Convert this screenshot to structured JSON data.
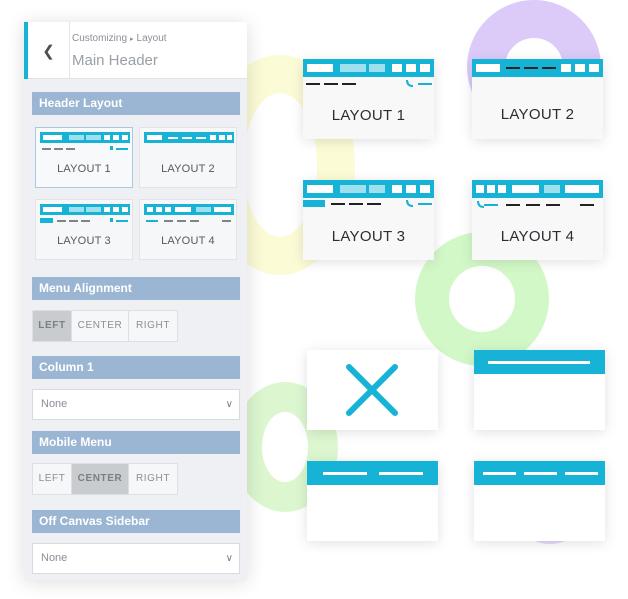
{
  "header": {
    "breadcrumb_root": "Customizing",
    "breadcrumb_separator": "▸",
    "breadcrumb_current": "Layout",
    "title": "Main Header",
    "back_icon": "chevron-left-icon"
  },
  "sections": {
    "header_layout": "Header Layout",
    "menu_alignment": "Menu Alignment",
    "column_1": "Column 1",
    "mobile_menu": "Mobile Menu",
    "off_canvas": "Off Canvas Sidebar"
  },
  "layout_options": [
    {
      "label": "LAYOUT 1",
      "selected": true
    },
    {
      "label": "LAYOUT 2",
      "selected": false
    },
    {
      "label": "LAYOUT 3",
      "selected": false
    },
    {
      "label": "LAYOUT 4",
      "selected": false
    }
  ],
  "menu_alignment_options": [
    {
      "label": "LEFT",
      "active": true
    },
    {
      "label": "CENTER",
      "active": false
    },
    {
      "label": "RIGHT",
      "active": false
    }
  ],
  "column_1": {
    "value": "None"
  },
  "mobile_menu_options": [
    {
      "label": "LEFT",
      "active": false
    },
    {
      "label": "CENTER",
      "active": true
    },
    {
      "label": "RIGHT",
      "active": false
    }
  ],
  "off_canvas": {
    "value": "None"
  },
  "preview_cards": [
    {
      "label": "LAYOUT 1"
    },
    {
      "label": "LAYOUT 2"
    },
    {
      "label": "LAYOUT 3"
    },
    {
      "label": "LAYOUT 4"
    }
  ],
  "colors": {
    "accent": "#16b3d6",
    "section_bar": "#9ab6d2",
    "panel_bg": "#eef0f3"
  }
}
